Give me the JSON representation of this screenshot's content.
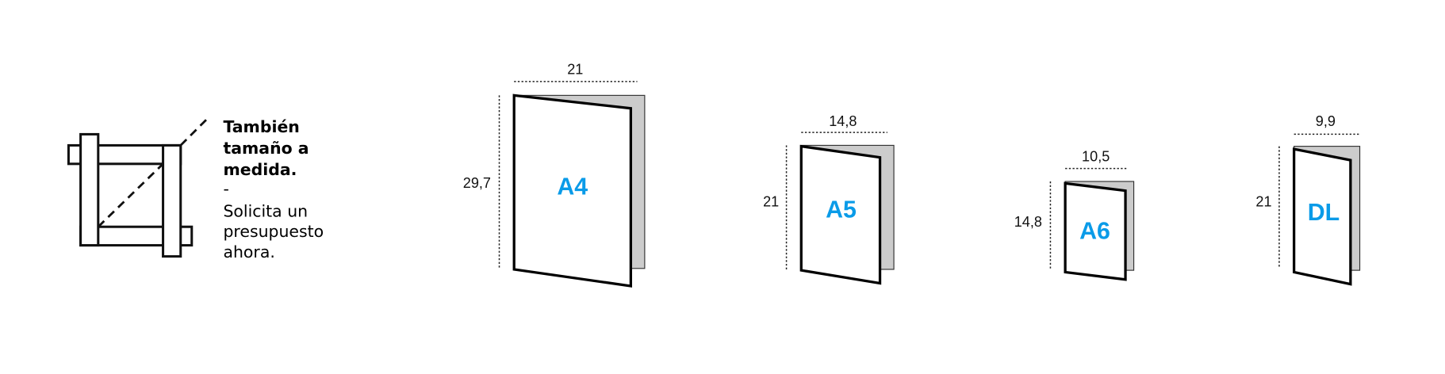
{
  "custom_size": {
    "icon": "crop-resize-icon",
    "title_lines": [
      "También",
      "tamaño a",
      "medida."
    ],
    "separator": "-",
    "body_lines": [
      "Solicita un",
      "presupuesto",
      "ahora."
    ]
  },
  "formats": [
    {
      "name": "A4",
      "width": "21",
      "height": "29,7"
    },
    {
      "name": "A5",
      "width": "14,8",
      "height": "21"
    },
    {
      "name": "A6",
      "width": "10,5",
      "height": "14,8"
    },
    {
      "name": "DL",
      "width": "9,9",
      "height": "21"
    }
  ],
  "colors": {
    "accent": "#0a9be8",
    "fold_shadow": "#cccccc"
  }
}
